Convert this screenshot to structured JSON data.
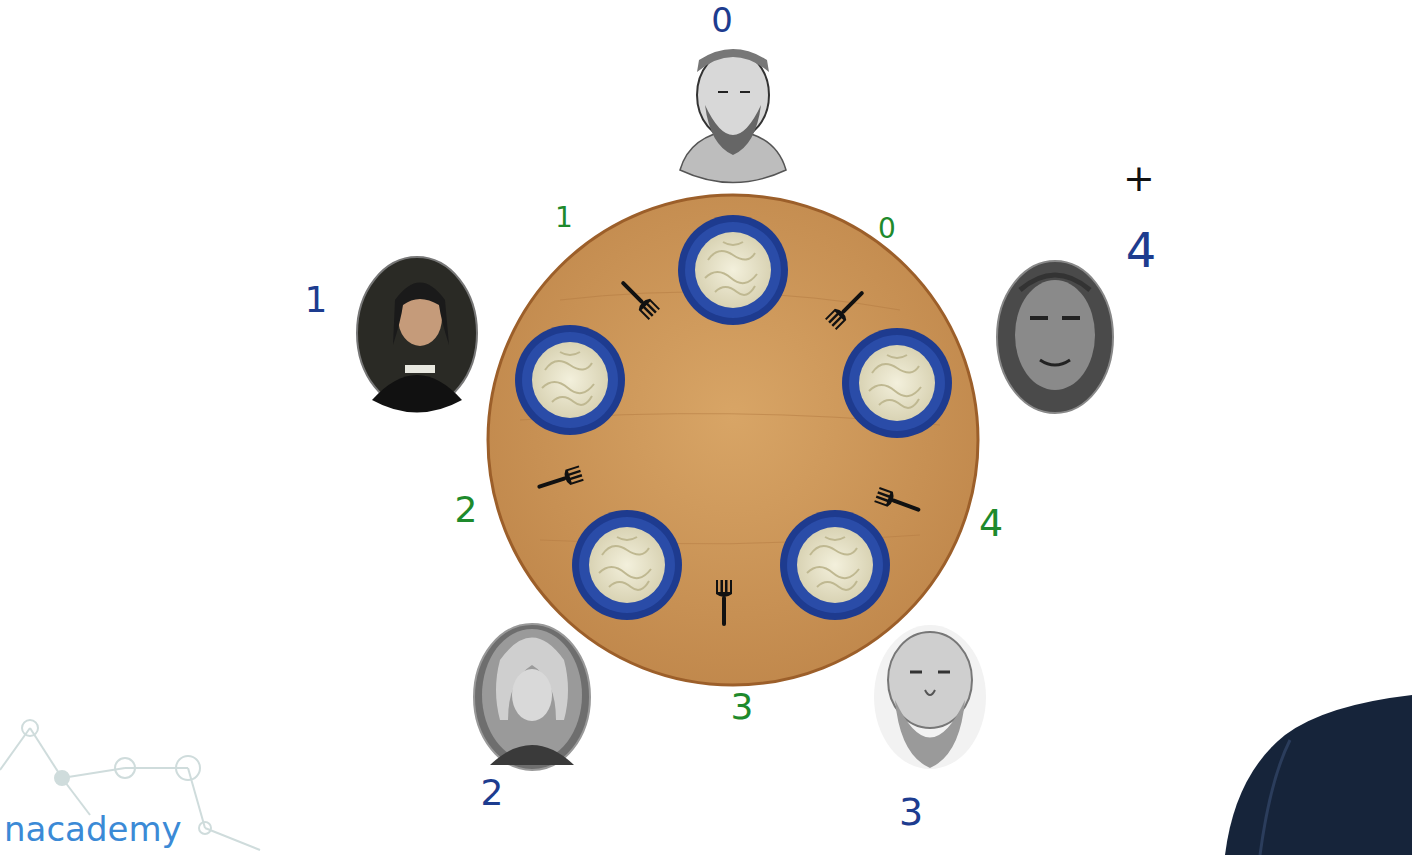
{
  "diagram": {
    "labels": [
      "0",
      "1",
      "0",
      "+",
      "4",
      "1",
      "2",
      "4",
      "3",
      "2",
      "3",
      "nacademy"
    ]
  }
}
